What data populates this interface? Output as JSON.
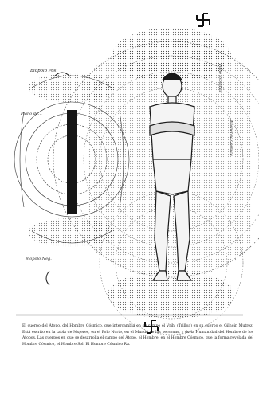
{
  "caption": {
    "text": "El cuerpo del Átopo, del Hombre Cósmico, que intercambia en su campo el Vrih, (Trilloa) en su cuerpo el Gilhoin Mutrez. Está escrito en la tabla de Mujeres, en el Polo Norte, en el Mundo de las personas, y de la Humanidad del Hombre de los Átopos. Las cuerpos en que se desarrolla el campo del Átopo, el Hombre, en el Hombre Cósmico, que la forma revelada del Hombre Cósmico, el Hombre Sol. El Hombre Cósmico Ra."
  },
  "labels": {
    "top_left": "Biopolo Pos.",
    "mid_left": "Plano de...",
    "lower_left": "Biopolo Neg.",
    "right_top": "Plano Espiritual",
    "right_mid": "Bioenergía Cósmica"
  },
  "colors": {
    "ink": "#1c1c1c",
    "paper": "#ffffff",
    "dots": "#2a2a2a"
  },
  "icons": [
    "swastika-emblem",
    "magnet-bar",
    "human-figure",
    "curved-arrow"
  ]
}
